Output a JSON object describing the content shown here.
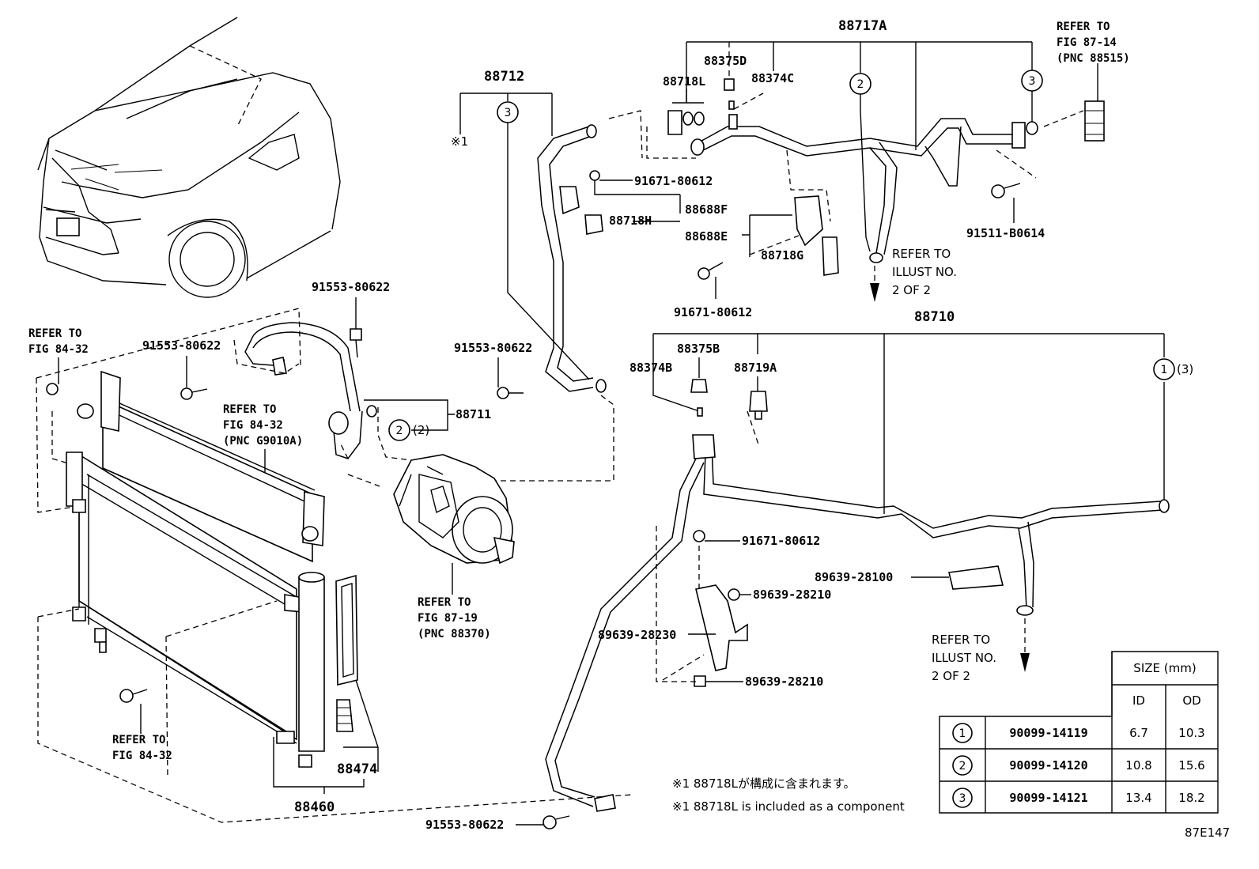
{
  "labels": {
    "p88717A": "88717A",
    "p88375D": "88375D",
    "p88374C": "88374C",
    "p88718L": "88718L",
    "p88712": "88712",
    "mark1": "※1",
    "b91671a": "91671-80612",
    "p88688F": "88688F",
    "p88718H": "88718H",
    "p88688E": "88688E",
    "p88718G": "88718G",
    "b91671b": "91671-80612",
    "b91511": "91511-B0614",
    "p88710": "88710",
    "p88375B": "88375B",
    "p88374B": "88374B",
    "p88719A": "88719A",
    "b91553a": "91553-80622",
    "b91553b": "91553-80622",
    "b91553c": "91553-80622",
    "b91553d": "91553-80622",
    "p88711": "88711",
    "b91671c": "91671-80612",
    "p89639_28100": "89639-28100",
    "p89639_28210a": "89639-28210",
    "p89639_28230": "89639-28230",
    "p89639_28210b": "89639-28210",
    "p88474": "88474",
    "p88460": "88460",
    "circ1_suffix": "(3)",
    "circ2_suffix": "(2)",
    "fig_id": "87E147"
  },
  "refs": {
    "fig8714": [
      "REFER TO",
      "FIG 87-14",
      "(PNC 88515)"
    ],
    "illust_top": [
      "REFER TO",
      "ILLUST NO.",
      "2 OF 2"
    ],
    "illust_bottom": [
      "REFER TO",
      "ILLUST NO.",
      "2 OF 2"
    ],
    "fig8432_left": [
      "REFER TO",
      "FIG 84-32"
    ],
    "fig8432_mid": [
      "REFER TO",
      "FIG 84-32",
      "(PNC G9010A)"
    ],
    "fig8719": [
      "REFER TO",
      "FIG 87-19",
      "(PNC 88370)"
    ],
    "fig8432_bottom": [
      "REFER TO",
      "FIG 84-32"
    ]
  },
  "notes": {
    "jp": "※1 88718Lが構成に含まれます。",
    "en": "※1 88718L is included as a component"
  },
  "circle_markers": {
    "one": "1",
    "two": "2",
    "three": "3"
  },
  "size_table": {
    "header": "SIZE (mm)",
    "col_id": "ID",
    "col_od": "OD",
    "rows": [
      {
        "mark": "1",
        "part": "90099-14119",
        "id": "6.7",
        "od": "10.3"
      },
      {
        "mark": "2",
        "part": "90099-14120",
        "id": "10.8",
        "od": "15.6"
      },
      {
        "mark": "3",
        "part": "90099-14121",
        "id": "13.4",
        "od": "18.2"
      }
    ]
  }
}
